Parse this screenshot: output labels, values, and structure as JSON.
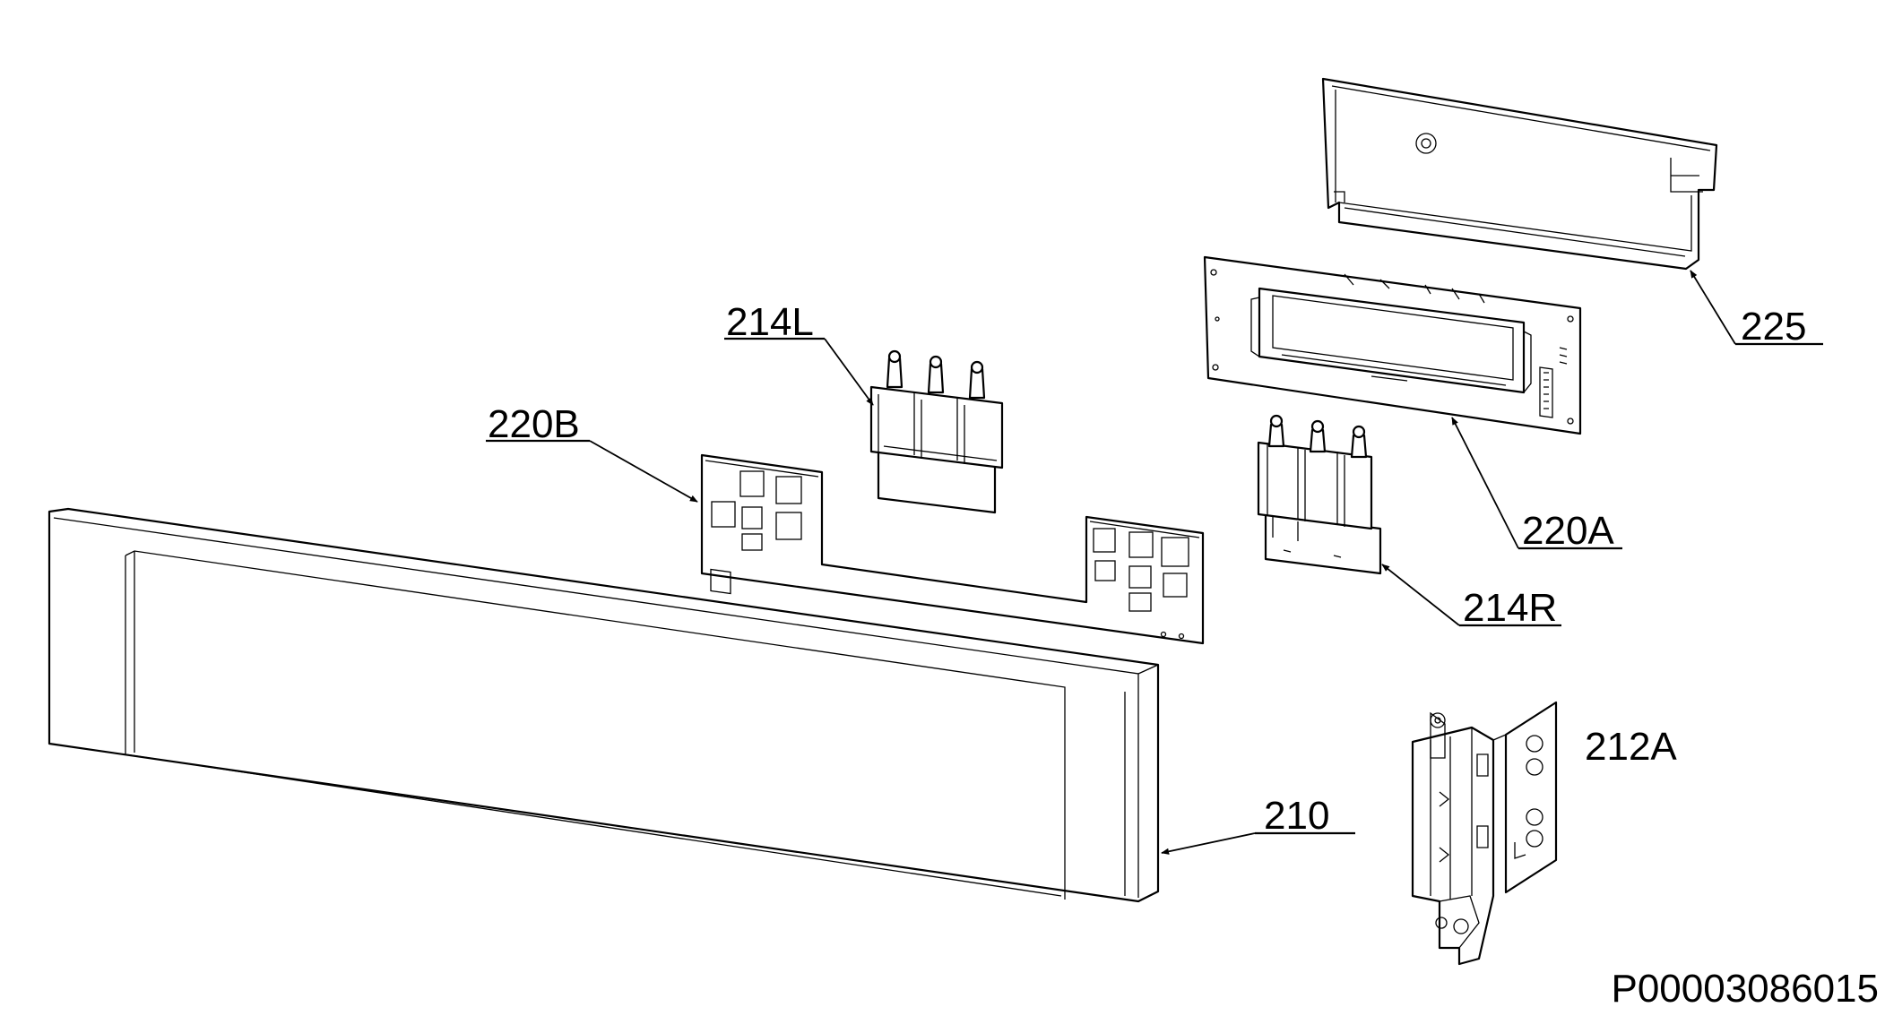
{
  "diagram": {
    "labels": {
      "p210": "210",
      "p212A": "212A",
      "p214L": "214L",
      "p214R": "214R",
      "p220A": "220A",
      "p220B": "220B",
      "p225": "225"
    },
    "drawing_code": "P00003086015"
  }
}
